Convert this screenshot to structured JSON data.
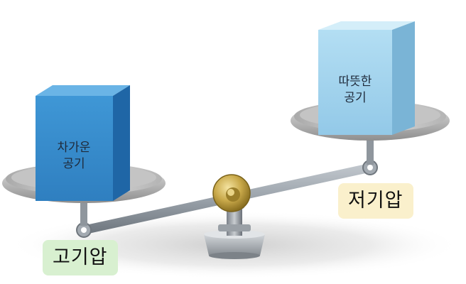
{
  "cold_air": {
    "label": "차가운\n공기",
    "color": "#3a8fcf"
  },
  "warm_air": {
    "label": "따뜻한\n공기",
    "color": "#9cd2ee"
  },
  "high_pressure": {
    "label": "고기압",
    "color": "#d8f0d0"
  },
  "low_pressure": {
    "label": "저기압",
    "color": "#faf0cc"
  }
}
